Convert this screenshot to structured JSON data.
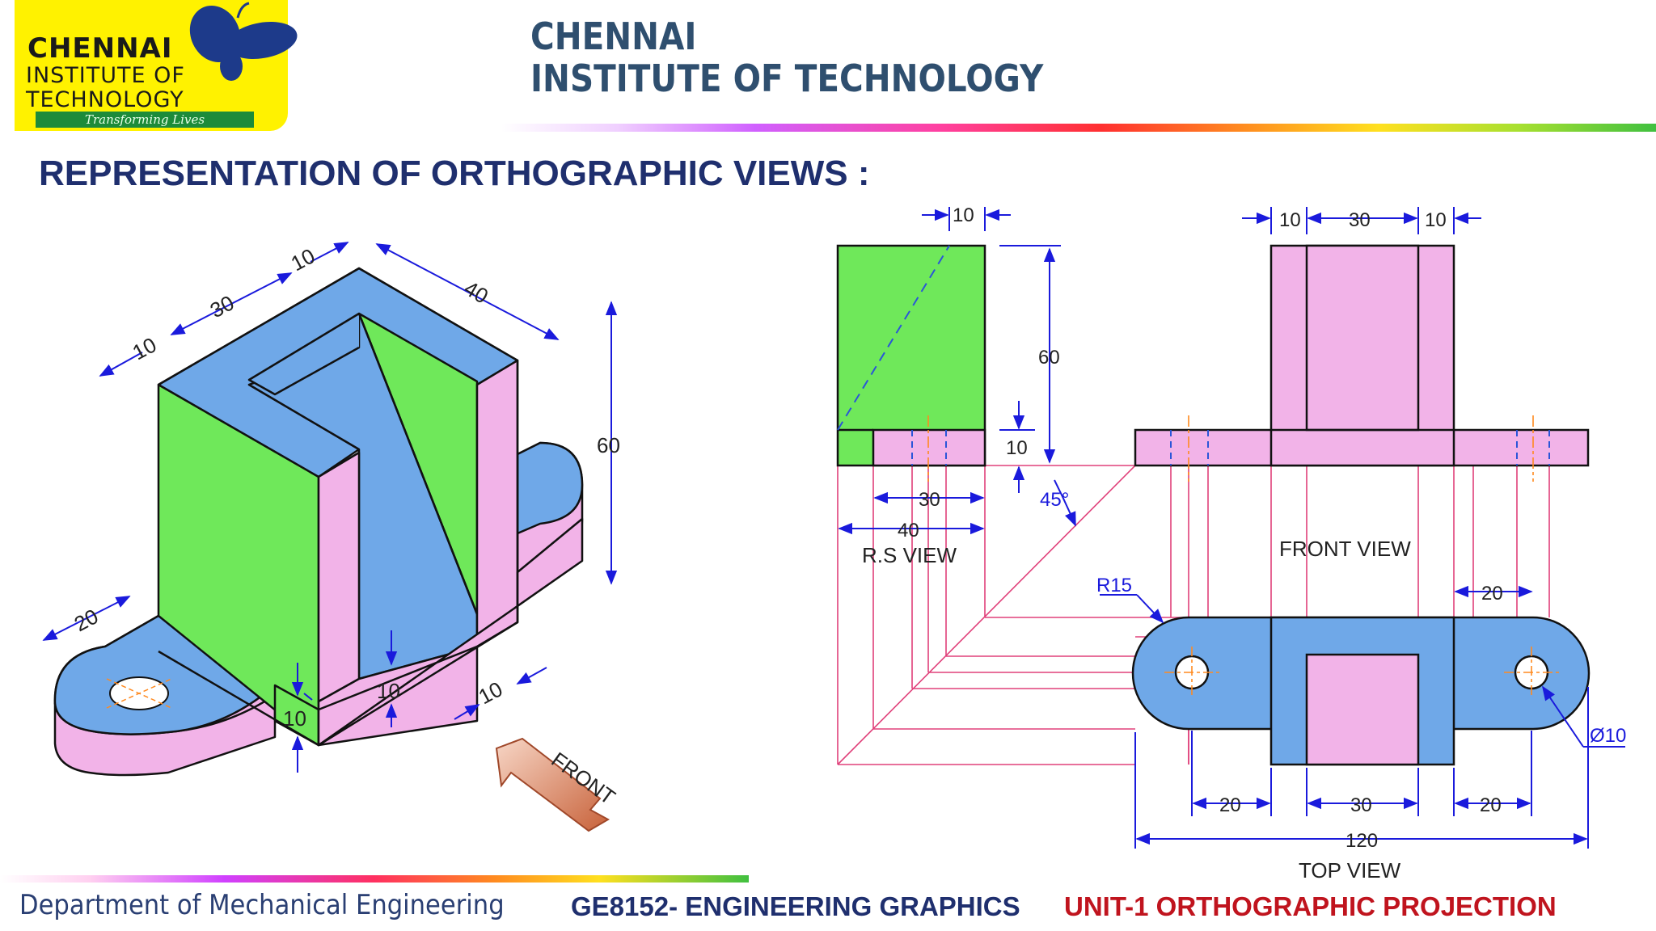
{
  "header": {
    "logo": {
      "line1": "CHENNAI",
      "line2": "INSTITUTE OF",
      "line3": "TECHNOLOGY",
      "tagline": "Transforming Lives"
    },
    "institute_line1": "CHENNAI",
    "institute_line2": "INSTITUTE OF TECHNOLOGY"
  },
  "slide_title": "REPRESENTATION OF ORTHOGRAPHIC VIEWS :",
  "isometric": {
    "dims": {
      "w10a": "10",
      "w30": "30",
      "w10b": "10",
      "depth40": "40",
      "height60": "60",
      "base20": "20",
      "slot10": "10",
      "step10": "10",
      "right10": "10"
    },
    "front_label": "FRONT"
  },
  "views": {
    "rs_view_label": "R.S VIEW",
    "front_view_label": "FRONT VIEW",
    "top_view_label": "TOP VIEW",
    "angle_45": "45°",
    "rs_dims": {
      "top10": "10",
      "h60": "60",
      "h10": "10",
      "d30": "30",
      "d40": "40"
    },
    "front_dims": {
      "l10": "10",
      "m30": "30",
      "r10": "10"
    },
    "top_dims": {
      "r15": "R15",
      "d20a": "20",
      "d20b": "20",
      "d30": "30",
      "d20c": "20",
      "total120": "120",
      "hole": "Ø10"
    }
  },
  "colors": {
    "blue_face": "#6fa8e8",
    "green_face": "#6fe85a",
    "pink_face": "#f2b3e8",
    "projection_line": "#e0407a",
    "dimension_line": "#1a1adc",
    "title_navy": "#1f2f6e",
    "unit_red": "#c0141e"
  },
  "footer": {
    "department": "Department of Mechanical Engineering",
    "course": "GE8152- ENGINEERING GRAPHICS",
    "unit": "UNIT-1  ORTHOGRAPHIC PROJECTION"
  }
}
